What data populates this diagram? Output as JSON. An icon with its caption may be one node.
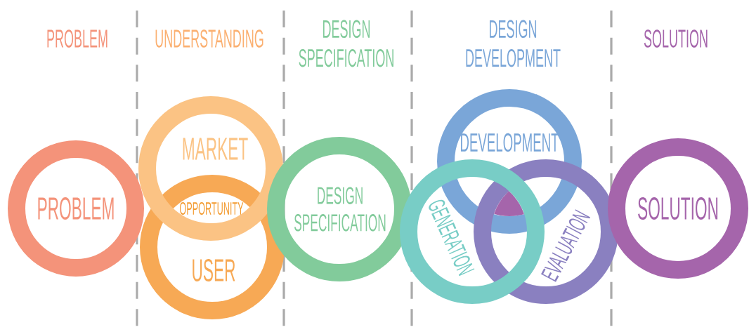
{
  "diagram": {
    "nodes": [
      {
        "text": [
          "PROBLEM"
        ]
      },
      {
        "text": [
          "MARKET"
        ]
      },
      {
        "text": [
          "USER"
        ]
      },
      {
        "text": [
          "DESIGN SPECIFICATION"
        ]
      },
      {
        "text": [
          "DEVELOPMENT"
        ]
      },
      {
        "text": [
          "GENERATION"
        ]
      },
      {
        "text": [
          "EVALUATION"
        ]
      },
      {
        "text": [
          "SOLUTION"
        ]
      }
    ],
    "labels": [
      "PROBLEM",
      "UNDERSTANDING",
      "DESIGN SPECIFICATION",
      "DESIGN DEVELOPMENT",
      "SOLUTION",
      "OPPORTUNITY"
    ]
  }
}
